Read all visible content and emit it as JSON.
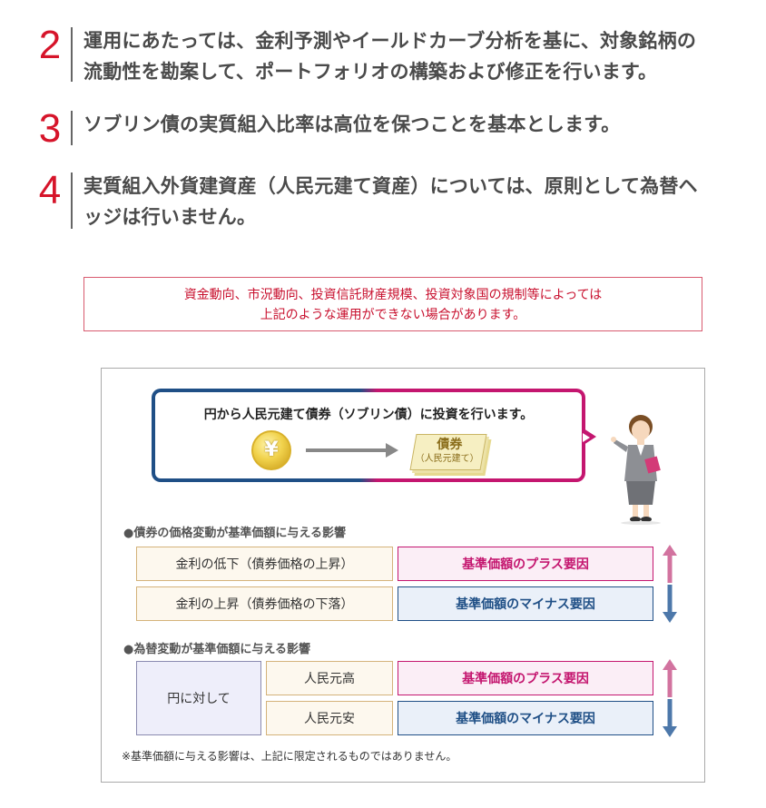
{
  "policies": [
    {
      "num": "2",
      "text": "運用にあたっては、金利予測やイールドカーブ分析を基に、対象銘柄の流動性を勘案して、ポートフォリオの構築および修正を行います。"
    },
    {
      "num": "3",
      "text": "ソブリン債の実質組入比率は高位を保つことを基本とします。"
    },
    {
      "num": "4",
      "text": "実質組入外貨建資産（人民元建て資産）については、原則として為替ヘッジは行いません。"
    }
  ],
  "notice": {
    "line1": "資金動向、市況動向、投資信託財産規模、投資対象国の規制等によっては",
    "line2": "上記のような運用ができない場合があります。"
  },
  "diagram": {
    "bubble_title": "円から人民元建て債券（ソブリン債）に投資を行います。",
    "coin_symbol": "¥",
    "bond_label": "債券",
    "bond_sub": "（人民元建て）"
  },
  "bond_section": {
    "title": "●債券の価格変動が基準価額に与える影響",
    "rows": [
      {
        "cause": "金利の低下（債券価格の上昇）",
        "effect": "基準価額のプラス要因"
      },
      {
        "cause": "金利の上昇（債券価格の下落）",
        "effect": "基準価額のマイナス要因"
      }
    ]
  },
  "fx_section": {
    "title": "●為替変動が基準価額に与える影響",
    "group_label": "円に対して",
    "rows": [
      {
        "cause": "人民元高",
        "effect": "基準価額のプラス要因"
      },
      {
        "cause": "人民元安",
        "effect": "基準価額のマイナス要因"
      }
    ]
  },
  "footnote": "※基準価額に与える影響は、上記に限定されるものではありません。",
  "colors": {
    "plus": "#c4166f",
    "minus": "#1f4f86",
    "accent_red": "#d6142a"
  }
}
